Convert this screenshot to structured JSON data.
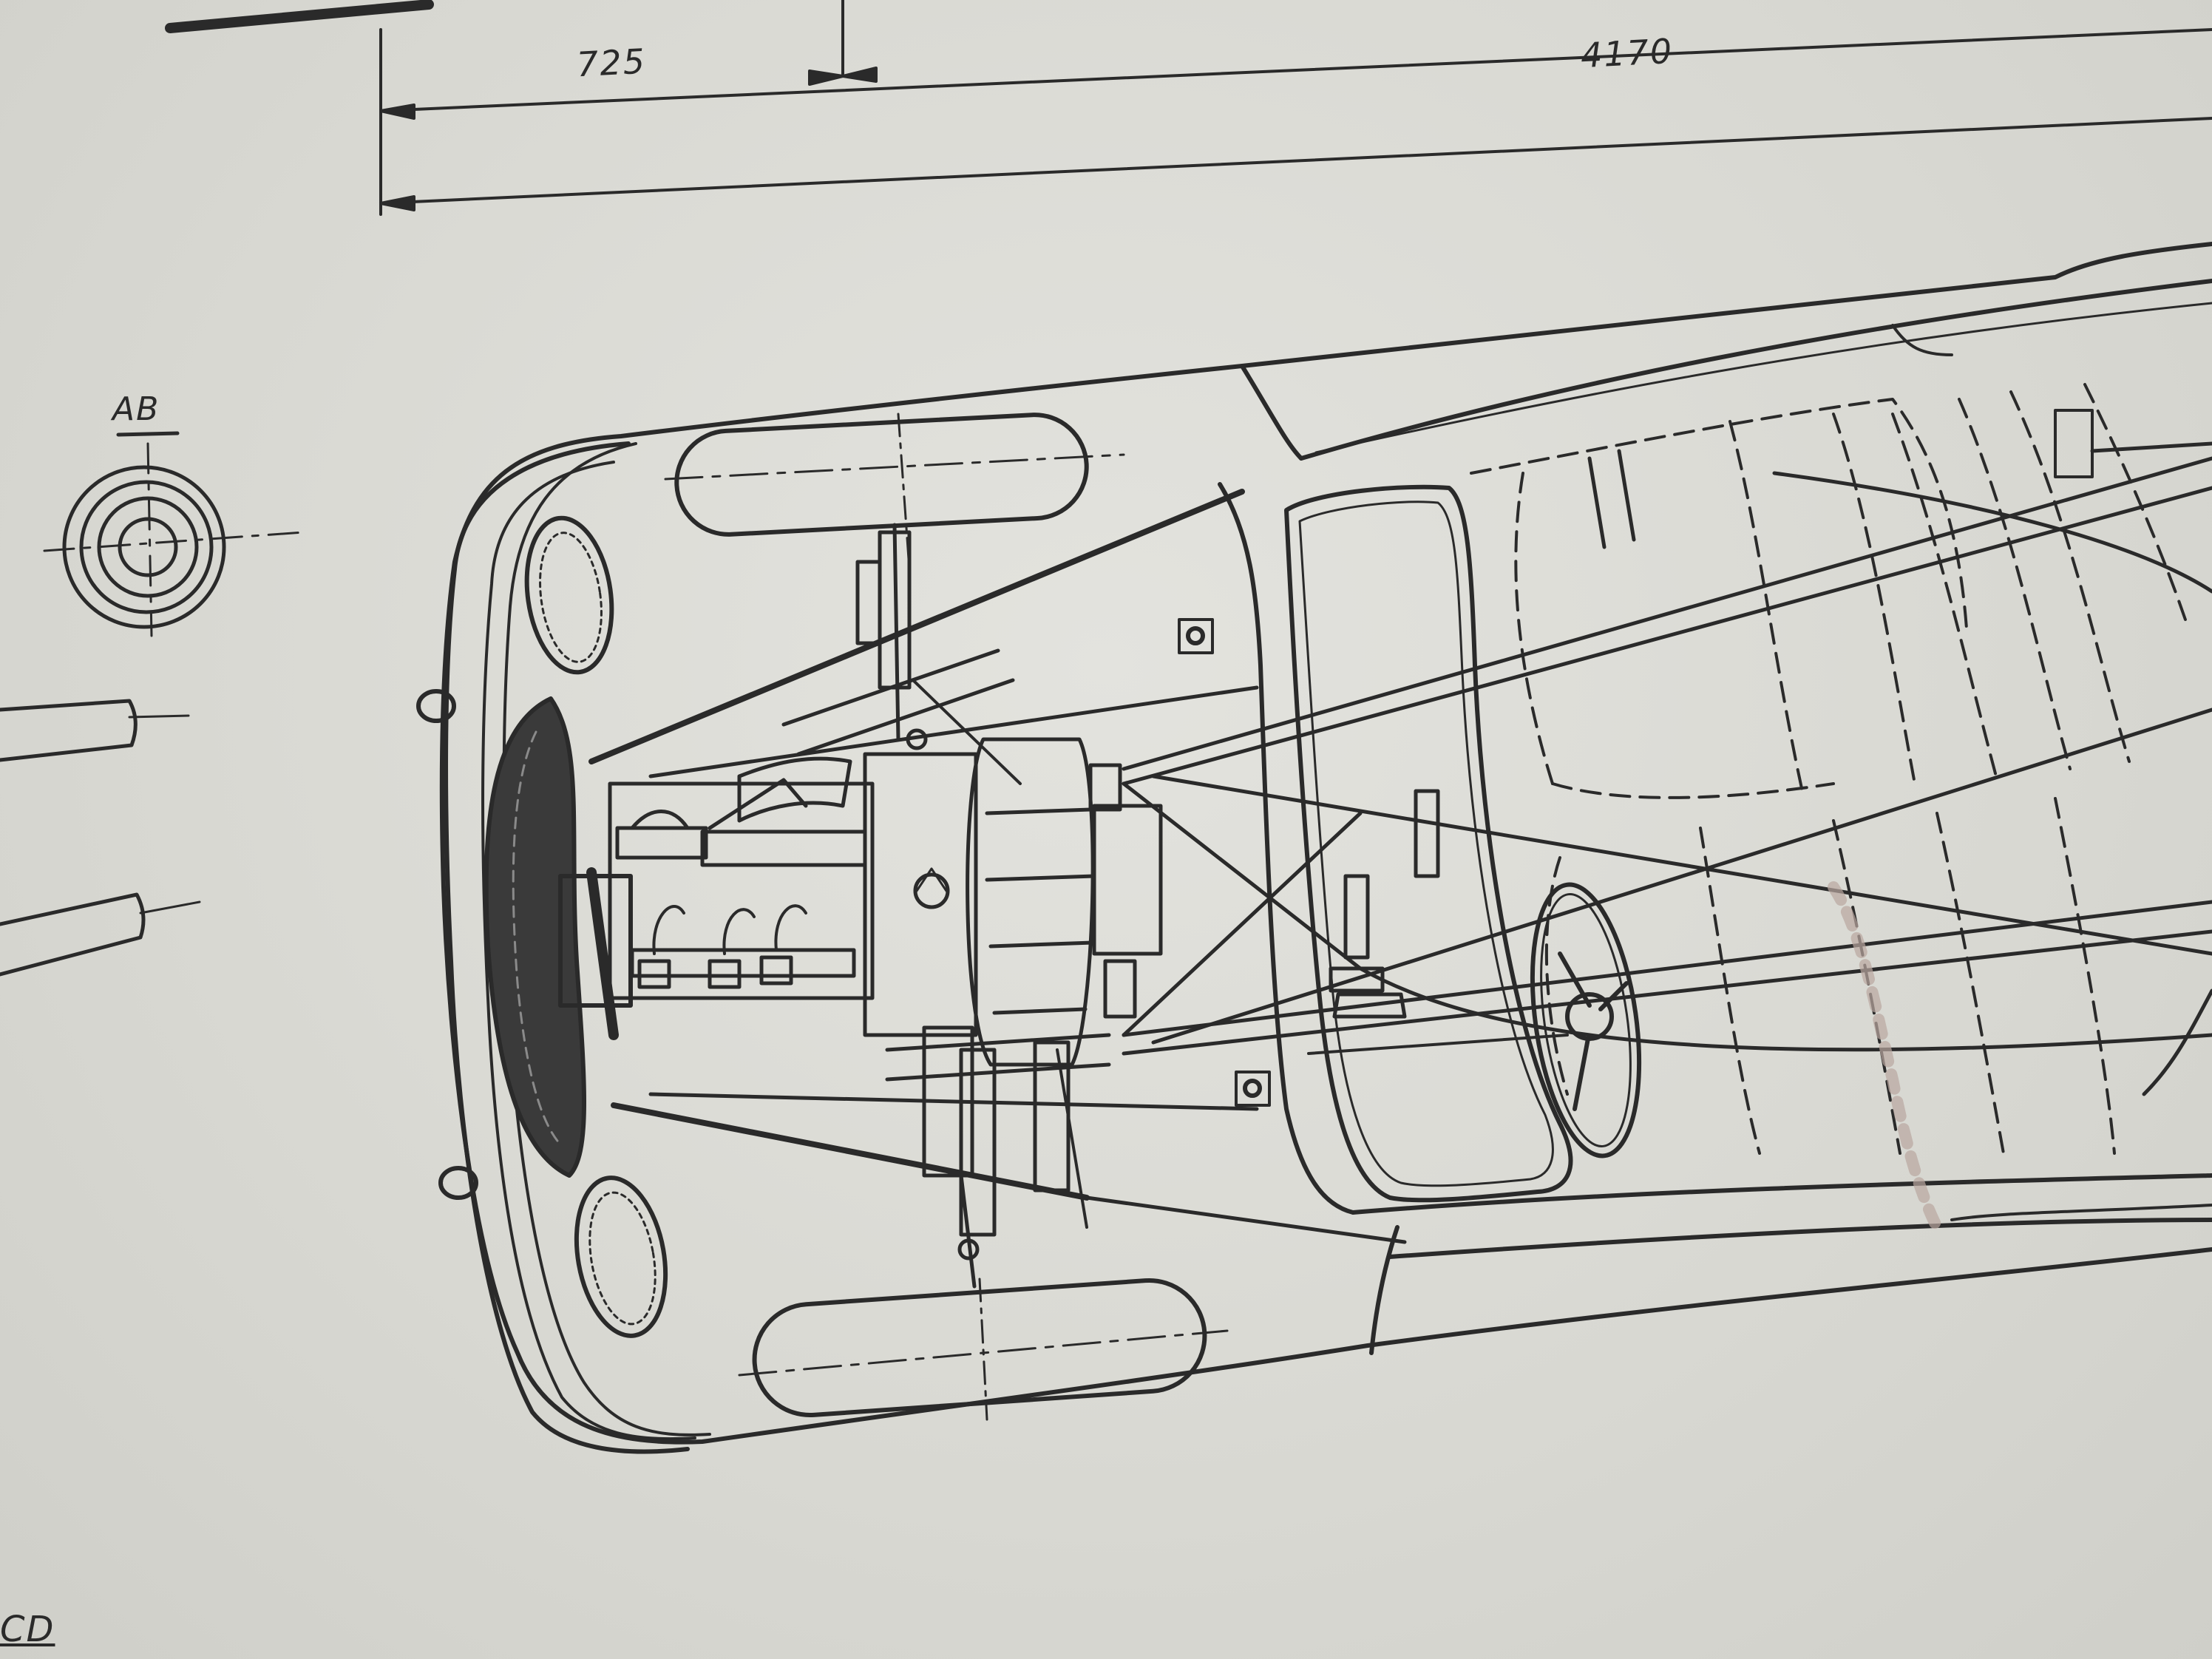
{
  "dimensions": {
    "front_overhang": "725",
    "wheelbase": "4170"
  },
  "section_labels": {
    "ab": "AB",
    "cd": "CD"
  },
  "colors": {
    "paper": "#dcdcd6",
    "ink": "#2a2a2a"
  }
}
